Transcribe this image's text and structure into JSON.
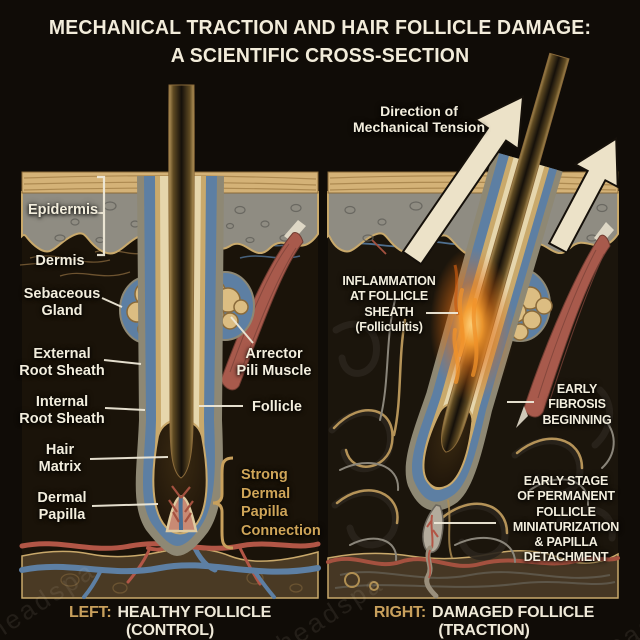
{
  "title": "MECHANICAL TRACTION AND HAIR FOLLICLE DAMAGE:\nA SCIENTIFIC CROSS-SECTION",
  "left_panel": {
    "caption_prefix": "LEFT:",
    "caption": "HEALTHY FOLLICLE (CONTROL)",
    "labels": {
      "epidermis": "Epidermis",
      "dermis": "Dermis",
      "sebaceous_gland": "Sebaceous\nGland",
      "external_root_sheath": "External\nRoot Sheath",
      "internal_root_sheath": "Internal\nRoot Sheath",
      "hair_matrix": "Hair\nMatrix",
      "dermal_papilla": "Dermal\nPapilla",
      "arrector_pili": "Arrector\nPili Muscle",
      "follicle": "Follicle",
      "strong_connection": "Strong\nDermal\nPapilla\nConnection"
    }
  },
  "right_panel": {
    "caption_prefix": "RIGHT:",
    "caption": "DAMAGED FOLLICLE (TRACTION)",
    "labels": {
      "direction_tension": "Direction of\nMechanical Tension",
      "inflammation": "INFLAMMATION\nAT FOLLICLE\nSHEATH\n(Folliculitis)",
      "early_fibrosis": "EARLY\nFIBROSIS\nBEGINNING",
      "miniaturization": "EARLY STAGE\nOF PERMANENT\nFOLLICLE\nMINIATURIZATION\n& PAPILLA\nDETACHMENT"
    }
  },
  "watermark": "headspa",
  "icons": {
    "tension_arrows": "two up-right arrows",
    "epidermis_bracket": "square bracket",
    "papilla_brace": "curly brace"
  },
  "colors": {
    "background": "#100c07",
    "cream_text": "#f2ecda",
    "gold_accent": "#c8a05c",
    "sheath_blue": "#5d7fa3",
    "muscle_red": "#a85a4c",
    "inflammation_orange": "#f59b2e",
    "skin_tan": "#d4b277",
    "epidermis_gray": "#8f8c82"
  }
}
